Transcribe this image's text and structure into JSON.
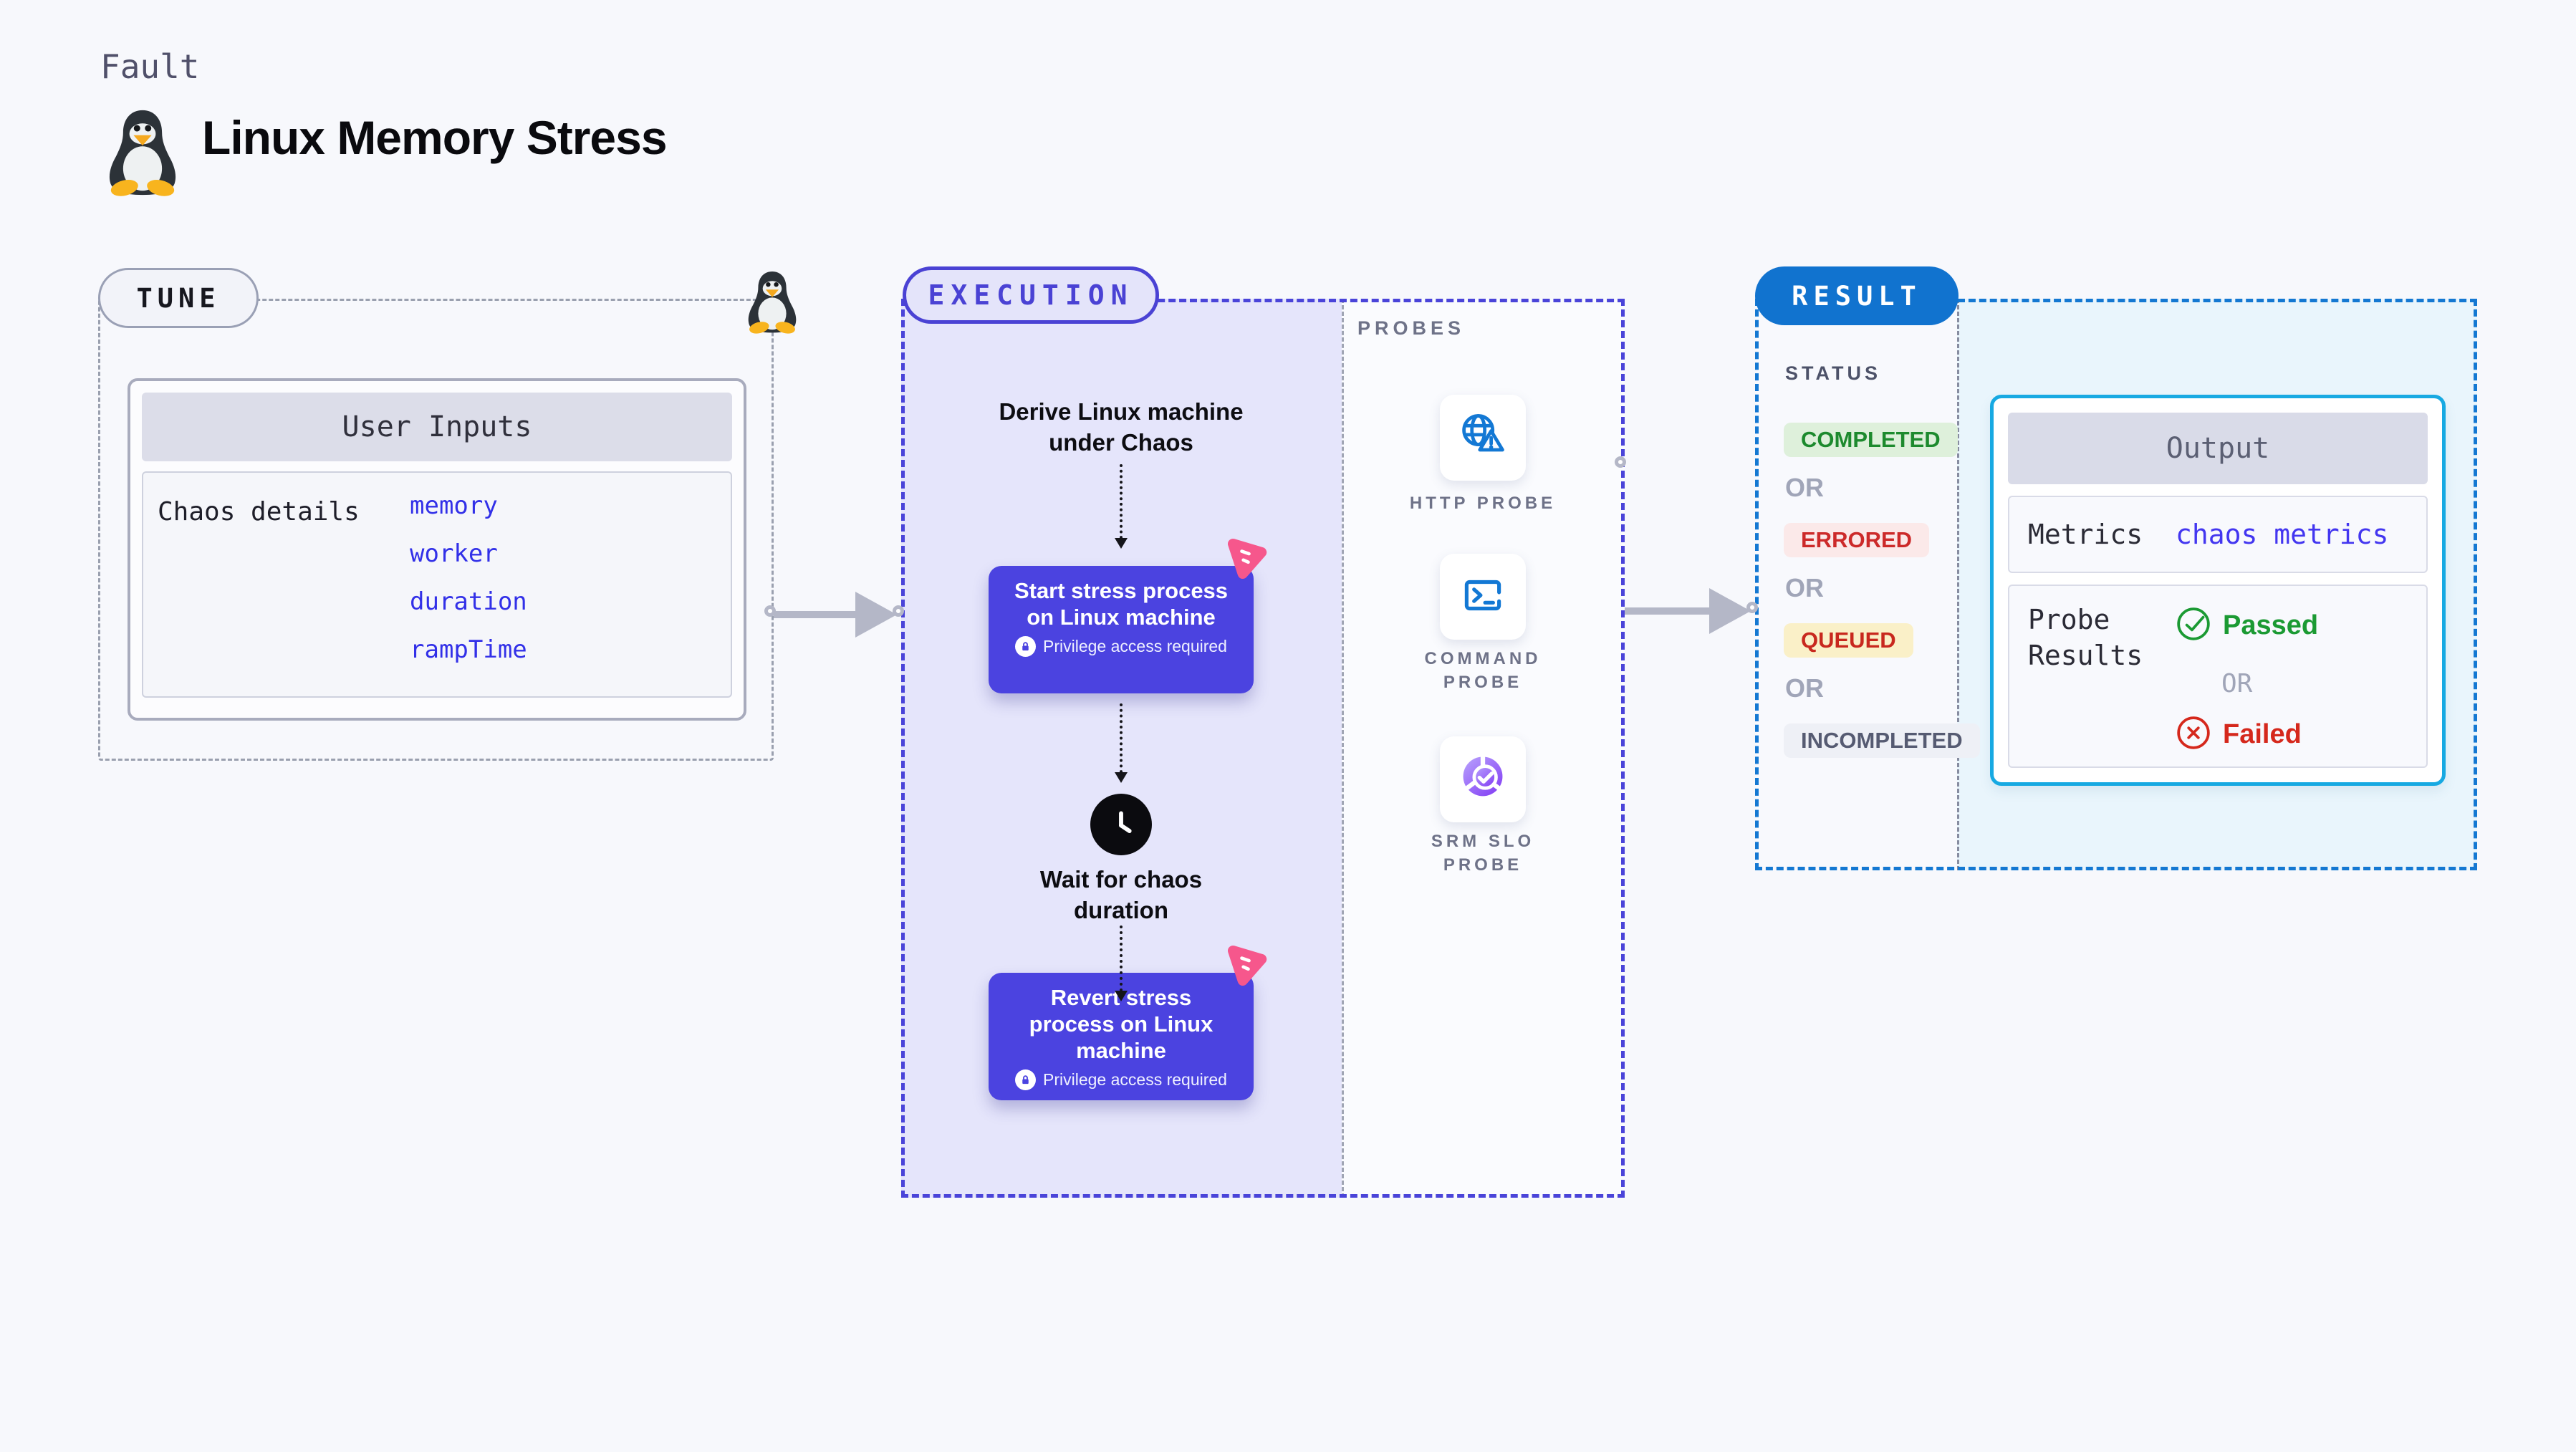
{
  "header": {
    "kicker": "Fault",
    "title": "Linux Memory Stress",
    "logo": "tux-penguin"
  },
  "tune": {
    "badge": "TUNE",
    "card_title": "User Inputs",
    "row_label": "Chaos details",
    "params": [
      "memory",
      "worker",
      "duration",
      "rampTime"
    ]
  },
  "execution": {
    "badge": "EXECUTION",
    "derive_label": "Derive Linux machine under Chaos",
    "start_title": "Start stress process on Linux machine",
    "start_note": "Privilege access required",
    "wait_label": "Wait for chaos duration",
    "revert_title": "Revert stress process on Linux machine",
    "revert_note": "Privilege access required"
  },
  "probes": {
    "heading": "PROBES",
    "items": [
      {
        "label": "HTTP PROBE",
        "icon": "globe-alert-icon"
      },
      {
        "label": "COMMAND PROBE",
        "icon": "terminal-icon"
      },
      {
        "label": "SRM SLO PROBE",
        "icon": "slo-donut-check-icon"
      }
    ]
  },
  "result": {
    "badge": "RESULT",
    "status_heading": "STATUS",
    "or_label": "OR",
    "statuses": [
      {
        "label": "COMPLETED",
        "bg": "#def0db",
        "color": "#1d8a2e"
      },
      {
        "label": "ERRORED",
        "bg": "#fbe9e9",
        "color": "#cc2a2a"
      },
      {
        "label": "QUEUED",
        "bg": "#faf0c8",
        "color": "#c8281e"
      },
      {
        "label": "INCOMPLETED",
        "bg": "#eef0f6",
        "color": "#565b72"
      }
    ],
    "output": {
      "title": "Output",
      "metrics_label": "Metrics",
      "metrics_value": "chaos metrics",
      "probe_label": "Probe Results",
      "passed_label": "Passed",
      "or_label": "OR",
      "failed_label": "Failed"
    }
  },
  "colors": {
    "page_bg": "#f7f8fc",
    "execution_accent": "#4a44d9",
    "execution_fill": "#e5e5fb",
    "node_indigo": "#4b43e0",
    "chaos_pink": "#f6578c",
    "result_accent": "#1478d2",
    "result_fill": "#e9f5fc",
    "output_border": "#17a9e2",
    "param_link": "#3230e8",
    "probe_icon_blue": "#1378d4",
    "passed_green": "#1b9a33",
    "failed_red": "#d5281c",
    "arrow_gray": "#b4b7c7"
  }
}
